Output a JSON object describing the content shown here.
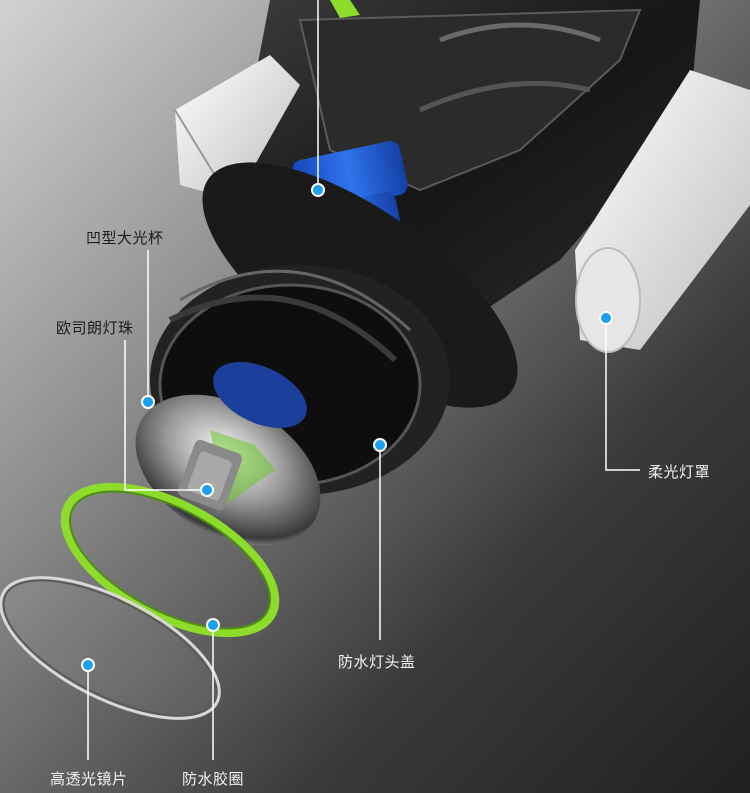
{
  "labels": {
    "concave_reflector": "凹型大光杯",
    "osram_led": "欧司朗灯珠",
    "soft_light_cover": "柔光灯罩",
    "waterproof_head_cap": "防水灯头盖",
    "high_transparency_lens": "高透光镜片",
    "waterproof_gasket": "防水胶圈"
  },
  "colors": {
    "marker_blue": "#1aa0ef",
    "gasket_green": "#8ddc2c",
    "battery_blue": "#1f5fd6",
    "leader_line": "#ffffff"
  }
}
